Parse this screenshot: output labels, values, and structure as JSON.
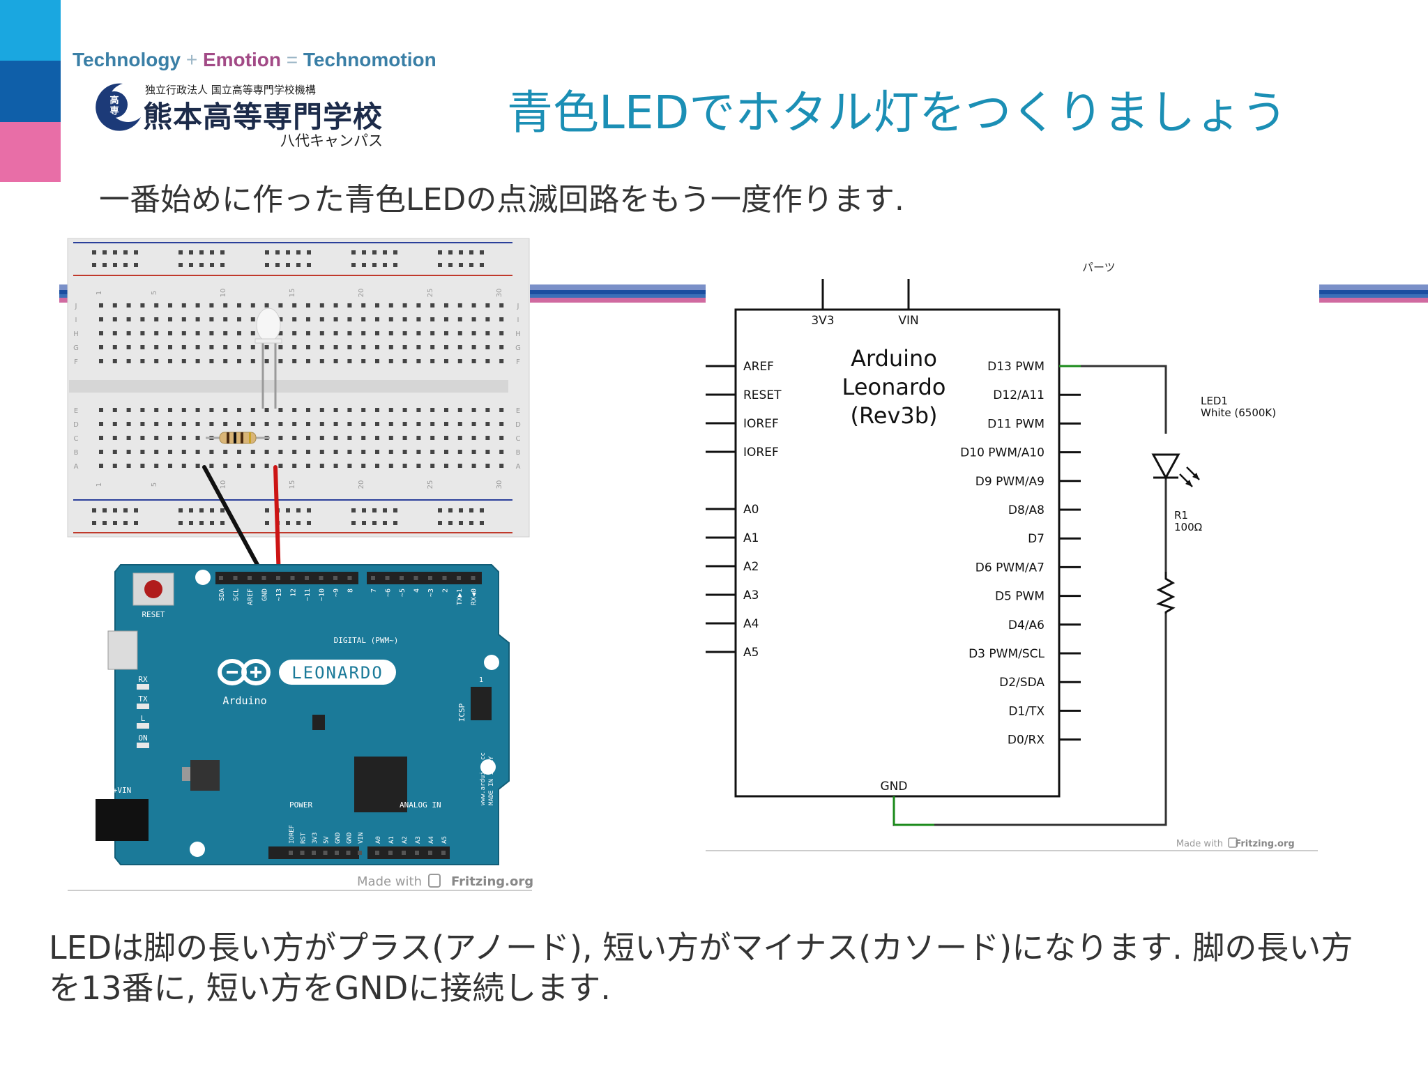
{
  "header": {
    "tagline_a": "Technology",
    "tagline_plus": "+",
    "tagline_b": "Emotion",
    "tagline_eq": "=",
    "tagline_c": "Technomotion",
    "org_line": "独立行政法人 国立高等専門学校機構",
    "school_name": "熊本高等専門学校",
    "campus": "八代キャンパス",
    "logo_mark": "高専"
  },
  "slide": {
    "title": "青色LEDでホタル灯をつくりましょう",
    "subtitle": "一番始めに作った青色LEDの点滅回路をもう一度作ります.",
    "caption": "LEDは脚の長い方がプラス(アノード), 短い方がマイナス(カソード)になります. 脚の長い方を13番に, 短い方をGNDに接続します."
  },
  "breadboard_view": {
    "column_numbers": [
      "1",
      "5",
      "10",
      "15",
      "20",
      "25",
      "30"
    ],
    "row_letters_top": [
      "J",
      "I",
      "H",
      "G",
      "F"
    ],
    "row_letters_bottom": [
      "E",
      "D",
      "C",
      "B",
      "A"
    ],
    "board": {
      "reset_label": "RESET",
      "brand": "LEONARDO",
      "maker": "Arduino",
      "digital_label": "DIGITAL (PWM~)",
      "power_label": "POWER",
      "analog_label": "ANALOG IN",
      "icsp_label": "ICSP",
      "website": "www.arduino.cc",
      "made_in": "MADE IN ITALY",
      "vin_label": "+VIN",
      "header_top_labels": [
        "SDA",
        "SCL",
        "AREF",
        "GND",
        "~13",
        "12",
        "~11",
        "~10",
        "~9",
        "8",
        "7",
        "~6",
        "~5",
        "4",
        "~3",
        "2",
        "TX▶1",
        "RX◀0"
      ],
      "header_bottom_labels": [
        "IOREF",
        "RST",
        "3V3",
        "5V",
        "GND",
        "GND",
        "VIN",
        "A0",
        "A1",
        "A2",
        "A3",
        "A4",
        "A5"
      ],
      "leds": [
        "RX",
        "TX",
        "L",
        "ON"
      ],
      "icsp_pin": "1"
    },
    "credit_made": "Made with",
    "credit_site": "Fritzing.org"
  },
  "schematic_view": {
    "parts_label": "パーツ",
    "chip_name_1": "Arduino",
    "chip_name_2": "Leonardo",
    "chip_name_3": "(Rev3b)",
    "top_pins": [
      "3V3",
      "VIN"
    ],
    "bottom_pin": "GND",
    "left_pins": [
      "AREF",
      "RESET",
      "IOREF",
      "IOREF",
      "A0",
      "A1",
      "A2",
      "A3",
      "A4",
      "A5"
    ],
    "right_pins": [
      "D13 PWM",
      "D12/A11",
      "D11 PWM",
      "D10 PWM/A10",
      "D9 PWM/A9",
      "D8/A8",
      "D7",
      "D6 PWM/A7",
      "D5 PWM",
      "D4/A6",
      "D3 PWM/SCL",
      "D2/SDA",
      "D1/TX",
      "D0/RX"
    ],
    "led_ref": "LED1",
    "led_value": "White (6500K)",
    "resistor_ref": "R1",
    "resistor_value": "100Ω",
    "credit_made": "Made with",
    "credit_site": "Fritzing.org"
  }
}
